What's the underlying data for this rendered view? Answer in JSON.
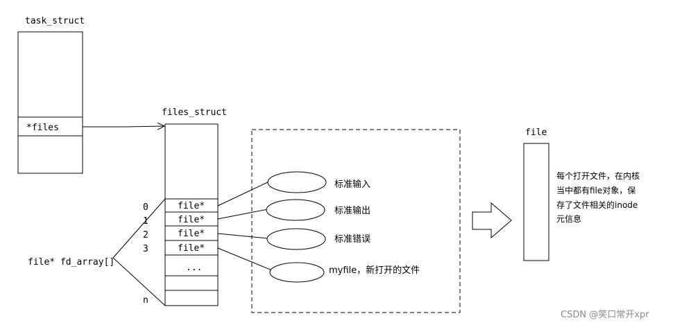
{
  "task_struct": {
    "title": "task_struct",
    "files_field": "*files"
  },
  "files_struct": {
    "title": "files_struct",
    "indices": [
      "0",
      "1",
      "2",
      "3",
      "n"
    ],
    "slots": [
      "file*",
      "file*",
      "file*",
      "file*",
      "..."
    ]
  },
  "fd_array_label": "file* fd_array[]",
  "open_files": [
    "标准输入",
    "标准输出",
    "标准错误",
    "myfile，新打开的文件"
  ],
  "file_box": {
    "title": "file",
    "description_lines": [
      "每个打开文件，在内核",
      "当中都有file对象，保",
      "存了文件相关的inode",
      "元信息"
    ]
  },
  "watermark": "CSDN @笑口常开xpr"
}
